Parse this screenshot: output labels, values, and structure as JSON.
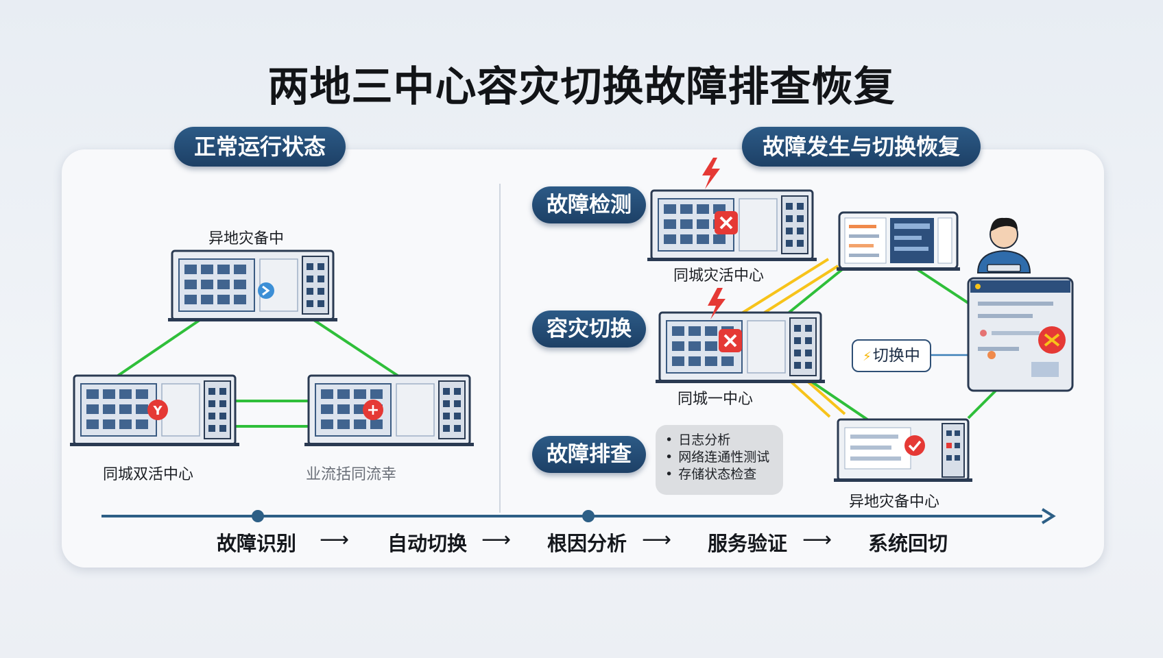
{
  "title": "两地三中心容灾切换故障排查恢复",
  "left_section": {
    "header": "正常运行状态",
    "nodes": [
      {
        "label": "异地灾备中"
      },
      {
        "label": "同城双活中心"
      },
      {
        "label": "业流括同流幸"
      }
    ]
  },
  "right_section": {
    "header": "故障发生与切换恢复",
    "stages": [
      {
        "label": "故障检测"
      },
      {
        "label": "容灾切换"
      },
      {
        "label": "故障排查"
      }
    ],
    "nodes": [
      {
        "label": "同城灾活中心"
      },
      {
        "label": "同城一中心"
      },
      {
        "label": "异地灾备中心"
      }
    ],
    "checklist": [
      "日志分析",
      "网络连通性测试",
      "存储状态检查"
    ],
    "switching_label": "切换中"
  },
  "timeline": {
    "steps": [
      "故障识别",
      "自动切换",
      "根因分析",
      "服务验证",
      "系统回切"
    ]
  },
  "colors": {
    "pill": "#244b74",
    "link_green": "#2fbf3a",
    "link_yellow": "#f7c31a",
    "error_red": "#e53935",
    "timeline": "#2d5f86"
  },
  "icons": [
    "building-icon",
    "error-icon",
    "lightning-icon",
    "check-icon",
    "engineer-icon",
    "monitor-icon",
    "dashboard-icon"
  ]
}
